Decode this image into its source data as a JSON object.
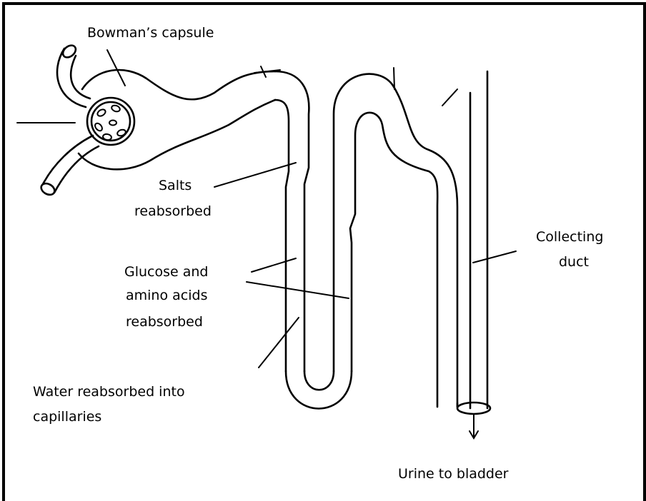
{
  "labels": {
    "bowmans_capsule": "Bowman’s capsule",
    "salts_line1": "Salts",
    "salts_line2": "reabsorbed",
    "glucose_line1": "Glucose and",
    "glucose_line2": "amino acids",
    "glucose_line3": "reabsorbed",
    "water_line1": "Water reabsorbed into",
    "water_line2": "capillaries",
    "collecting_line1": "Collecting",
    "collecting_line2": "duct",
    "urine": "Urine to bladder"
  }
}
